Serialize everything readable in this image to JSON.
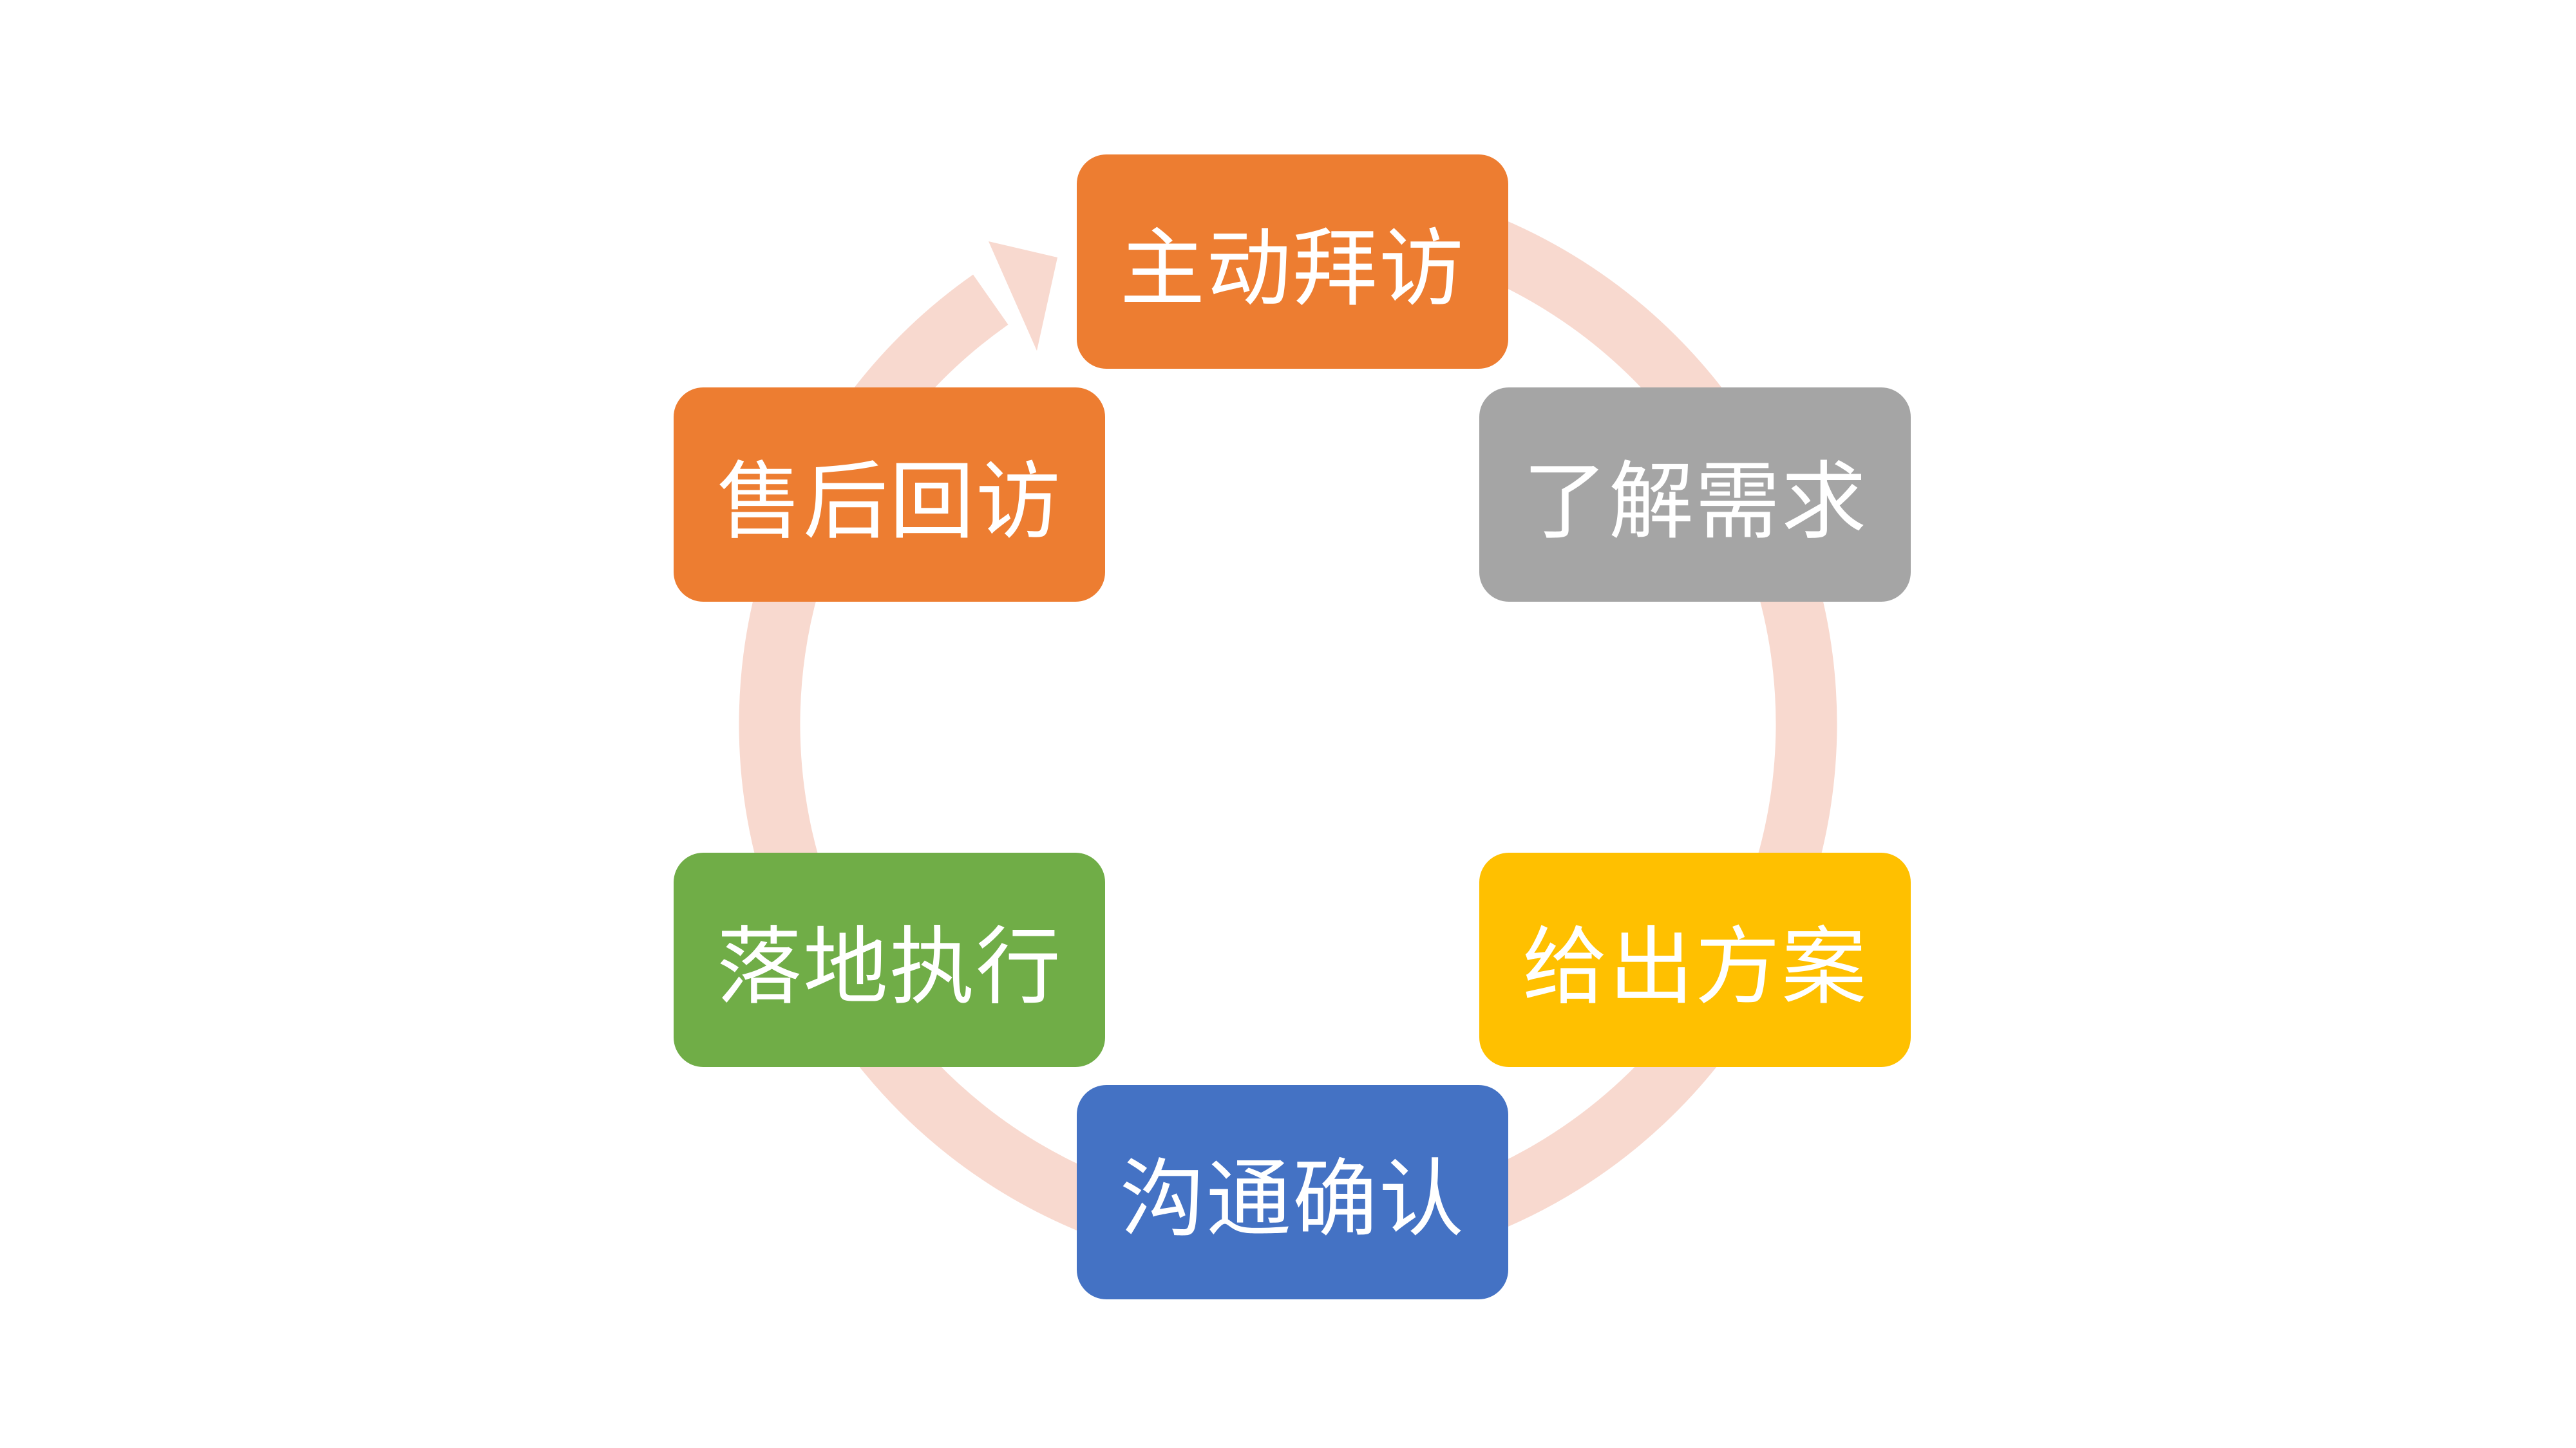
{
  "diagram": {
    "type": "cycle",
    "ring_color": "#F8D9CF",
    "nodes": [
      {
        "label": "主动拜访",
        "color": "#ED7D31"
      },
      {
        "label": "了解需求",
        "color": "#A5A5A5"
      },
      {
        "label": "给出方案",
        "color": "#FFC000"
      },
      {
        "label": "沟通确认",
        "color": "#4472C4"
      },
      {
        "label": "落地执行",
        "color": "#70AD47"
      },
      {
        "label": "售后回访",
        "color": "#ED7D31"
      }
    ]
  }
}
